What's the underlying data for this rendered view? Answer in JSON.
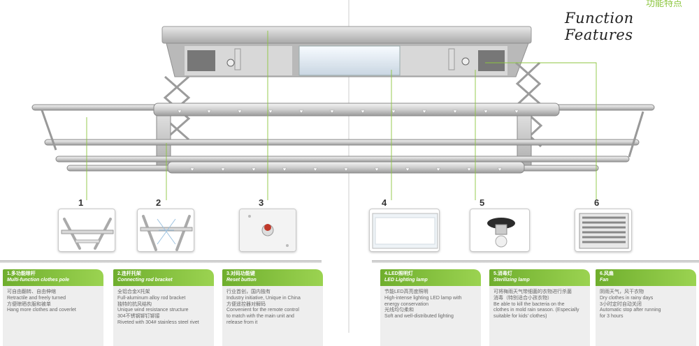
{
  "header": {
    "title_cn": "功能特点",
    "title_en": "Function Features"
  },
  "features": [
    {
      "number": "1",
      "title_cn": "1.多功能晾杆",
      "title_en": "Multi-function clothes pole",
      "lines": [
        "可自由翻转、自由伸缩",
        "Retractile and freely turned",
        "方便晾晒衣服和被单",
        "Hang more clothes and coverlet"
      ]
    },
    {
      "number": "2",
      "title_cn": "2.连杆托架",
      "title_en": "Connecting rod bracket",
      "lines": [
        "全铝合金X托架",
        "Full-aluminum alloy rod bracket",
        "独特的抗风结构",
        "Unique wind resistance structure",
        "304不锈钢铆钉铆接",
        "Riveted with 304# stainless steel rivet"
      ]
    },
    {
      "number": "3",
      "title_cn": "3.对码功能键",
      "title_en": "Reset button",
      "lines": [
        "行业首创，国内独有",
        "Industry initiative, Unique in China",
        "方便遥控器对解码",
        "Convenient for the remote control",
        "to match with the main unit and",
        "release from it"
      ]
    },
    {
      "number": "4",
      "title_cn": "4.LED照明灯",
      "title_en": "LED Lighting lamp",
      "lines": [
        "节能LED高亮度照明",
        "High-intense lighting LED lamp with",
        "energy conservation",
        "光线均匀柔和",
        "Soft and well-distributed lighting"
      ]
    },
    {
      "number": "5",
      "title_cn": "5.消毒灯",
      "title_en": "Sterilizing lamp",
      "lines": [
        "可将梅雨天气带细菌的衣物进行杀菌",
        "消毒（特别适合小孩衣物）",
        "Be able to kill the bacteria on the",
        "clothes in mold rain season. (Especially",
        "suitable for kids' clothes)"
      ]
    },
    {
      "number": "6",
      "title_cn": "6.风扇",
      "title_en": "Fan",
      "lines": [
        "阴雨天气，风干衣物",
        "Dry clothes in rainy days",
        "3小时定时自动关闭",
        "Automatic stop after running",
        "for 3 hours"
      ]
    }
  ],
  "colors": {
    "accent_green": "#8cc63f",
    "tab_dark_green": "#6fae2d",
    "card_bg": "#eeeeee"
  },
  "icons": [
    "clothes-pole-icon",
    "x-bracket-icon",
    "reset-button-icon",
    "led-panel-icon",
    "sterilizing-lamp-icon",
    "fan-grille-icon"
  ]
}
